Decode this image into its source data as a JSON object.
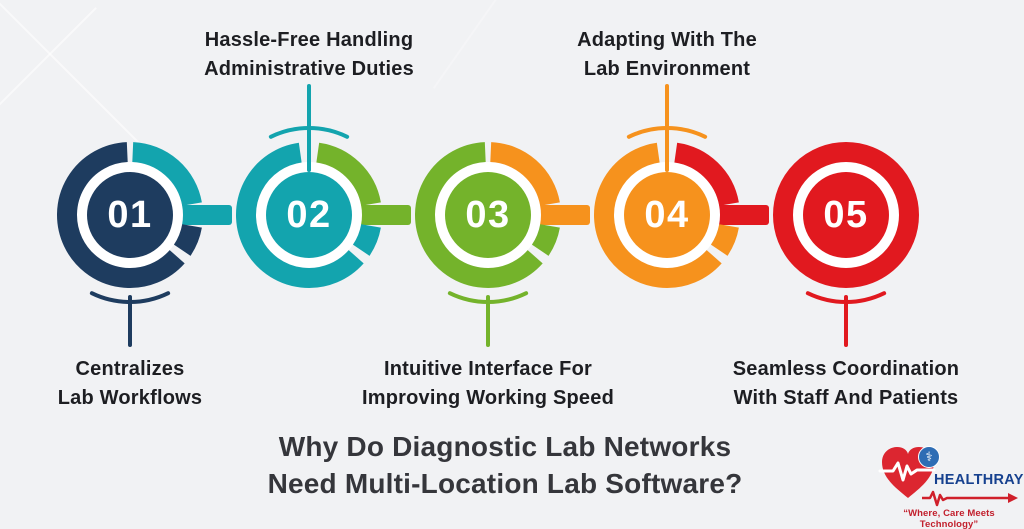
{
  "background": {
    "color": "#f1f2f4"
  },
  "title": {
    "line1": "Why Do Diagnostic Lab Networks",
    "line2": "Need Multi-Location Lab Software?",
    "color": "#35363b"
  },
  "label_color": "#1d1e22",
  "steps": [
    {
      "number": "01",
      "color": "#1e3c5f",
      "label_side": "bottom",
      "label_lines": [
        "Centralizes",
        "Lab Workflows"
      ]
    },
    {
      "number": "02",
      "color": "#13a4ae",
      "label_side": "top",
      "label_lines": [
        "Hassle-Free Handling",
        "Administrative Duties"
      ]
    },
    {
      "number": "03",
      "color": "#74b32b",
      "label_side": "bottom",
      "label_lines": [
        "Intuitive Interface For",
        "Improving Working Speed"
      ]
    },
    {
      "number": "04",
      "color": "#f6921d",
      "label_side": "top",
      "label_lines": [
        "Adapting With The",
        "Lab Environment"
      ]
    },
    {
      "number": "05",
      "color": "#e1191f",
      "label_side": "bottom",
      "label_lines": [
        "Seamless Coordination",
        "With Staff And Patients"
      ]
    }
  ],
  "logo": {
    "wordmark": "HEALTHRAY",
    "tagline": "“Where, Care Meets Technology”",
    "wordmark_color": "#16418f",
    "heart_color": "#dc2630",
    "ecg_color": "#ffffff",
    "arrow_color": "#d0202b",
    "tagline_color": "#c2202d",
    "badge_color": "#2e6db4",
    "badge_icon": "⚕"
  }
}
